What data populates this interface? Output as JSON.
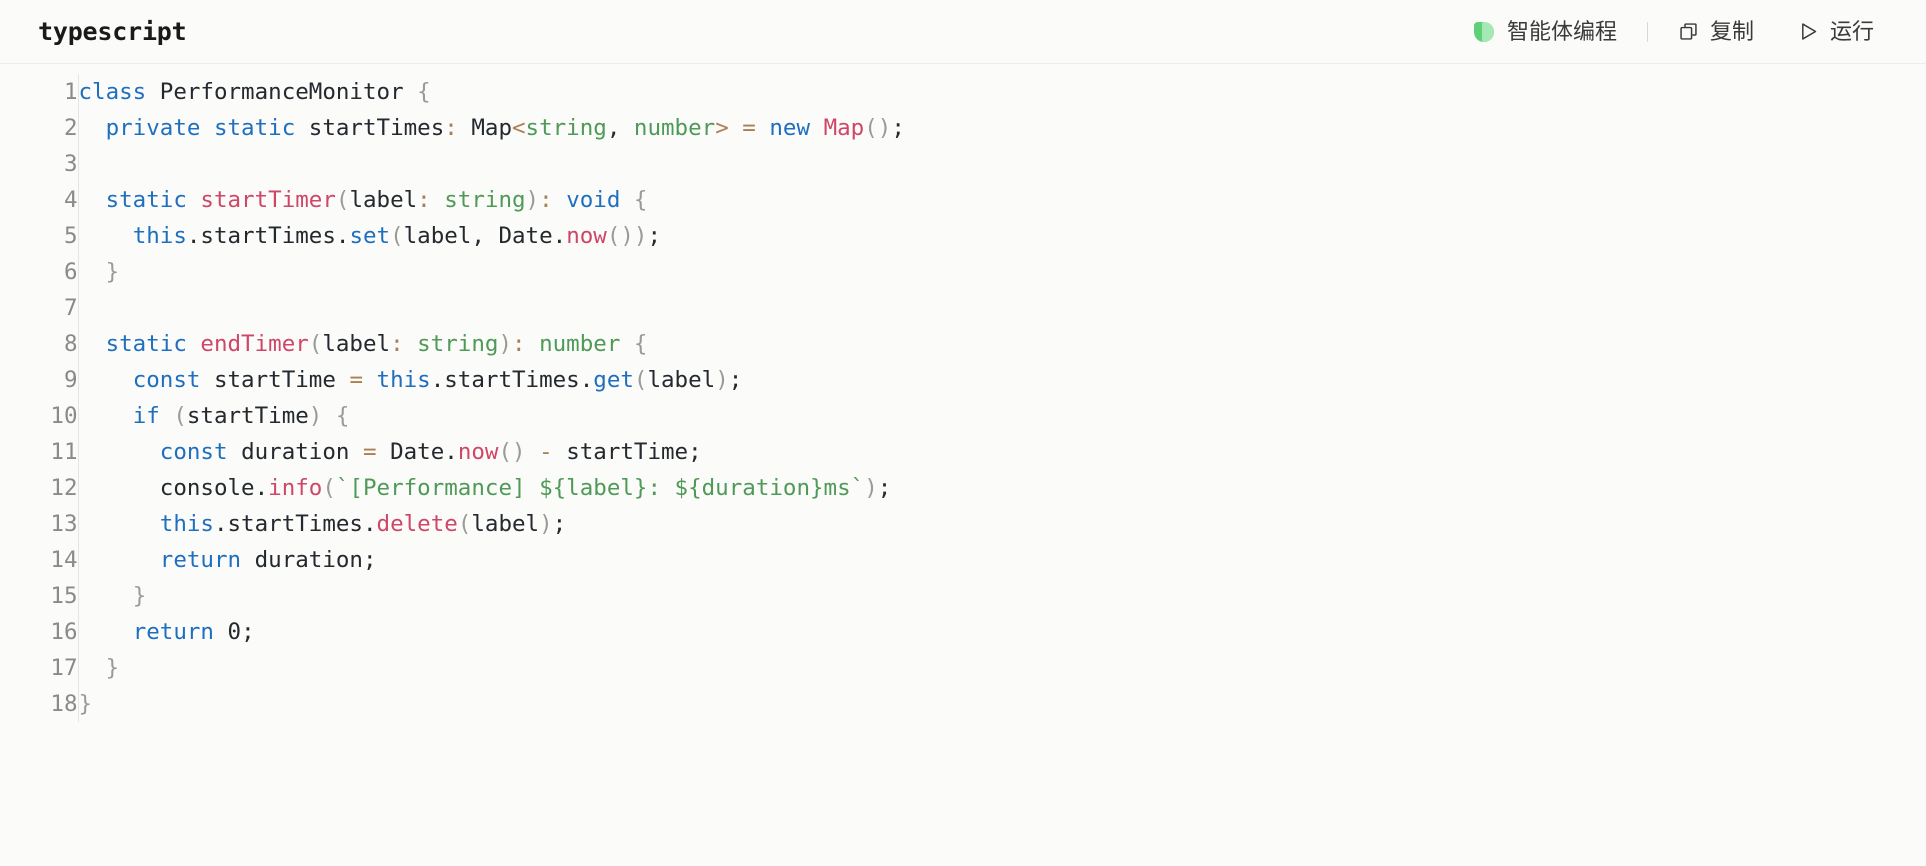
{
  "header": {
    "language_label": "typescript",
    "actions": [
      {
        "id": "agent-coding",
        "icon": "leaf-icon",
        "label": "智能体编程"
      },
      {
        "id": "copy",
        "icon": "copy-icon",
        "label": "复制"
      },
      {
        "id": "run",
        "icon": "play-icon",
        "label": "运行"
      }
    ]
  },
  "editor": {
    "language": "typescript",
    "line_numbers": [
      "1",
      "2",
      "3",
      "4",
      "5",
      "6",
      "7",
      "8",
      "9",
      "10",
      "11",
      "12",
      "13",
      "14",
      "15",
      "16",
      "17",
      "18"
    ],
    "lines": [
      {
        "n": "1",
        "text": "class PerformanceMonitor {"
      },
      {
        "n": "2",
        "text": "  private static startTimes: Map<string, number> = new Map();"
      },
      {
        "n": "3",
        "text": ""
      },
      {
        "n": "4",
        "text": "  static startTimer(label: string): void {"
      },
      {
        "n": "5",
        "text": "    this.startTimes.set(label, Date.now());"
      },
      {
        "n": "6",
        "text": "  }"
      },
      {
        "n": "7",
        "text": ""
      },
      {
        "n": "8",
        "text": "  static endTimer(label: string): number {"
      },
      {
        "n": "9",
        "text": "    const startTime = this.startTimes.get(label);"
      },
      {
        "n": "10",
        "text": "    if (startTime) {"
      },
      {
        "n": "11",
        "text": "      const duration = Date.now() - startTime;"
      },
      {
        "n": "12",
        "text": "      console.info(`[Performance] ${label}: ${duration}ms`);"
      },
      {
        "n": "13",
        "text": "      this.startTimes.delete(label);"
      },
      {
        "n": "14",
        "text": "      return duration;"
      },
      {
        "n": "15",
        "text": "    }"
      },
      {
        "n": "16",
        "text": "    return 0;"
      },
      {
        "n": "17",
        "text": "  }"
      },
      {
        "n": "18",
        "text": "}"
      }
    ]
  },
  "colors": {
    "background": "#fbfbfa",
    "keyword": "#1f6fbf",
    "function": "#cf4666",
    "type": "#4e9a56",
    "string": "#4e9a56",
    "operator": "#ab7d52",
    "punctuation": "#9a9a98",
    "identifier": "#24292e",
    "gutter_text": "#8a8a88",
    "accent_green": "#5fd07a"
  }
}
